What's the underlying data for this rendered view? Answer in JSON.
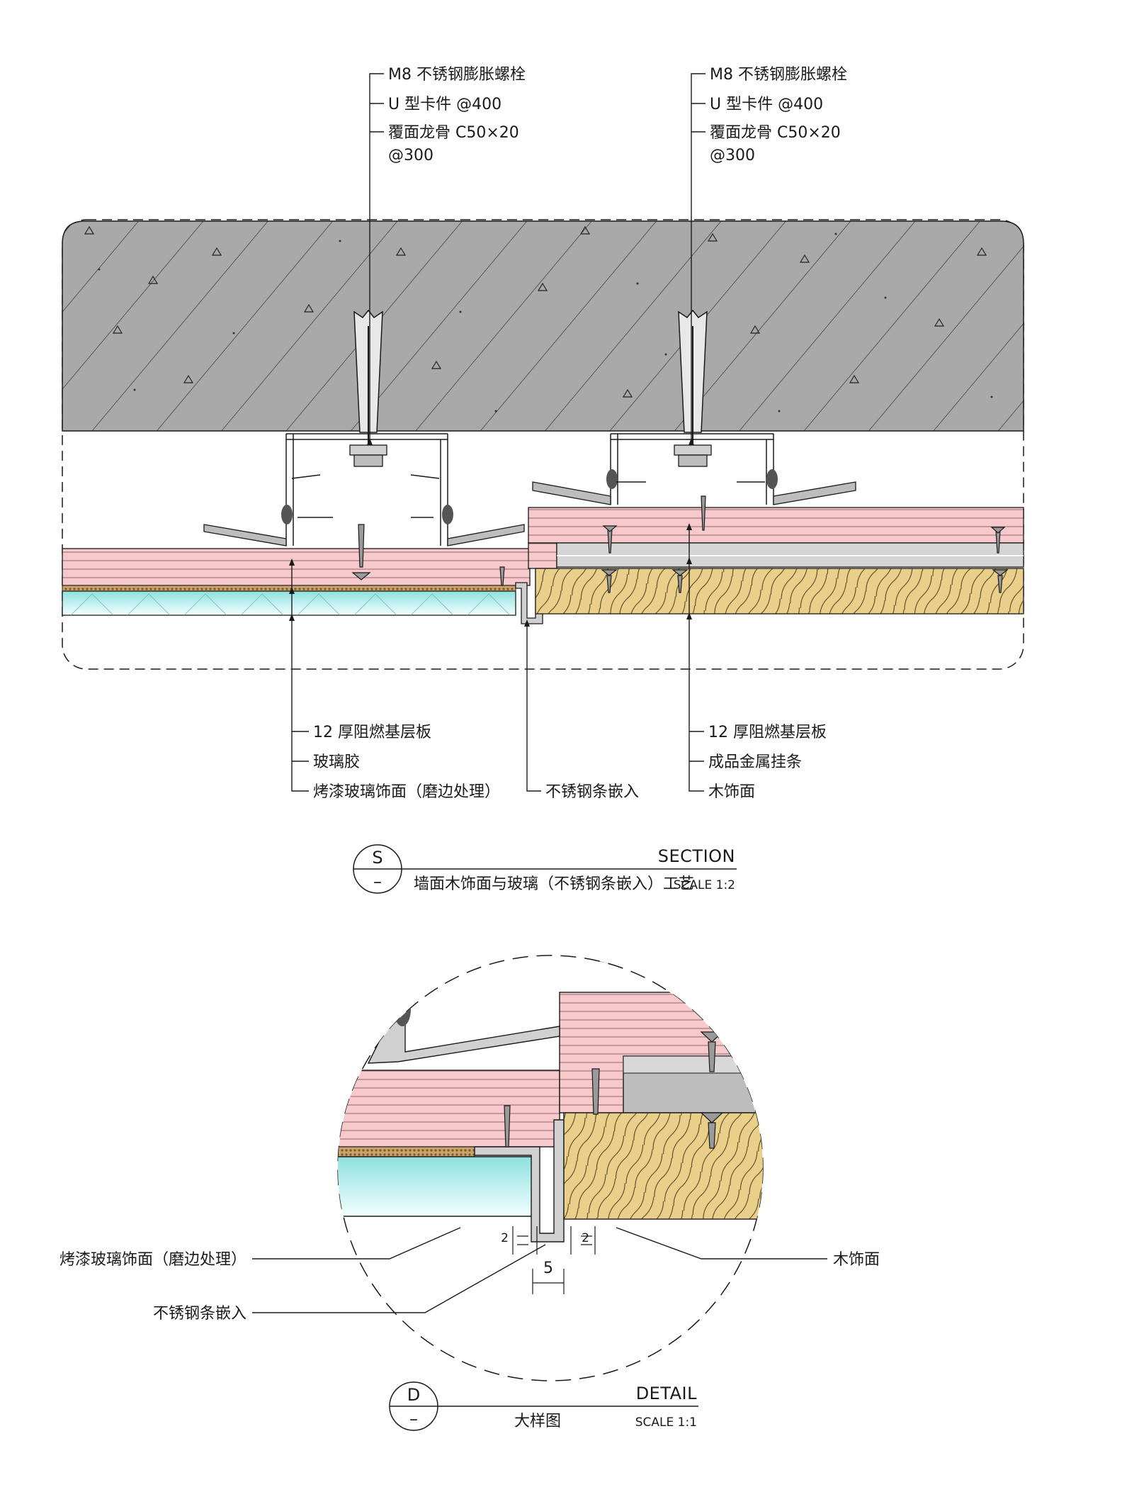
{
  "section": {
    "callouts_top_left": [
      "M8 不锈钢膨胀螺栓",
      "U 型卡件 @400",
      "覆面龙骨 C50×20",
      "@300"
    ],
    "callouts_top_right": [
      "M8 不锈钢膨胀螺栓",
      "U 型卡件 @400",
      "覆面龙骨 C50×20",
      "@300"
    ],
    "callouts_bottom_left": [
      "12 厚阻燃基层板",
      "玻璃胶",
      "烤漆玻璃饰面（磨边处理）"
    ],
    "callout_bottom_mid": "不锈钢条嵌入",
    "callouts_bottom_right": [
      "12 厚阻燃基层板",
      "成品金属挂条",
      "木饰面"
    ],
    "title_block": {
      "mark": "S",
      "mark_sub": "–",
      "title_en": "SECTION",
      "title_cn": "墙面木饰面与玻璃（不锈钢条嵌入）工艺",
      "scale": "SCALE 1:2"
    }
  },
  "detail": {
    "callout_glass": "烤漆玻璃饰面（磨边处理）",
    "callout_steel": "不锈钢条嵌入",
    "callout_wood": "木饰面",
    "dim_gap_left": "2",
    "dim_gap_right": "2",
    "dim_width": "5",
    "title_block": {
      "mark": "D",
      "mark_sub": "–",
      "title_en": "DETAIL",
      "title_cn": "大样图",
      "scale": "SCALE 1:1"
    }
  },
  "colors": {
    "concrete": "#a8a8a8",
    "board_pink": "#f7c9cc",
    "wood": "#e9cf8a",
    "glass": "#bfeeee",
    "steel": "#c9c9c9",
    "line": "#1a1a1a"
  }
}
